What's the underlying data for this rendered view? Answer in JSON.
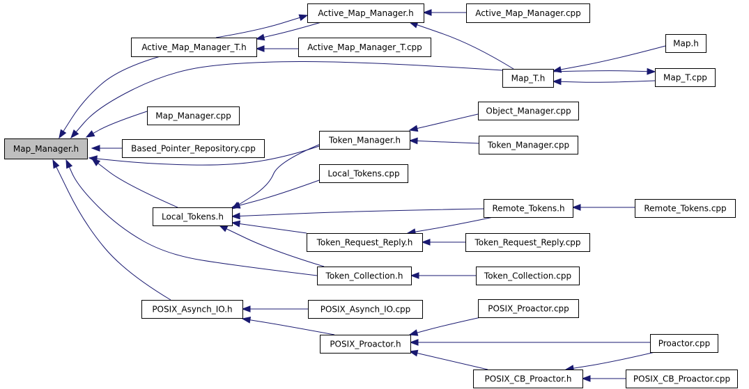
{
  "diagram": {
    "colors": {
      "edge": "#191970",
      "root_fill": "#bfbfbf",
      "node_fill": "#ffffff",
      "node_border": "#000000"
    },
    "nodes": [
      {
        "id": "map_manager_h",
        "label": "Map_Manager.h",
        "root": true
      },
      {
        "id": "active_map_manager_t_h",
        "label": "Active_Map_Manager_T.h"
      },
      {
        "id": "active_map_manager_h",
        "label": "Active_Map_Manager.h"
      },
      {
        "id": "active_map_manager_cpp",
        "label": "Active_Map_Manager.cpp"
      },
      {
        "id": "active_map_manager_t_cpp",
        "label": "Active_Map_Manager_T.cpp"
      },
      {
        "id": "map_t_h",
        "label": "Map_T.h"
      },
      {
        "id": "map_h",
        "label": "Map.h"
      },
      {
        "id": "map_t_cpp",
        "label": "Map_T.cpp"
      },
      {
        "id": "map_manager_cpp",
        "label": "Map_Manager.cpp"
      },
      {
        "id": "based_pointer_repository_cpp",
        "label": "Based_Pointer_Repository.cpp"
      },
      {
        "id": "token_manager_h",
        "label": "Token_Manager.h"
      },
      {
        "id": "object_manager_cpp",
        "label": "Object_Manager.cpp"
      },
      {
        "id": "token_manager_cpp",
        "label": "Token_Manager.cpp"
      },
      {
        "id": "local_tokens_cpp",
        "label": "Local_Tokens.cpp"
      },
      {
        "id": "local_tokens_h",
        "label": "Local_Tokens.h"
      },
      {
        "id": "remote_tokens_h",
        "label": "Remote_Tokens.h"
      },
      {
        "id": "remote_tokens_cpp",
        "label": "Remote_Tokens.cpp"
      },
      {
        "id": "token_request_reply_h",
        "label": "Token_Request_Reply.h"
      },
      {
        "id": "token_request_reply_cpp",
        "label": "Token_Request_Reply.cpp"
      },
      {
        "id": "token_collection_h",
        "label": "Token_Collection.h"
      },
      {
        "id": "token_collection_cpp",
        "label": "Token_Collection.cpp"
      },
      {
        "id": "posix_asynch_io_h",
        "label": "POSIX_Asynch_IO.h"
      },
      {
        "id": "posix_asynch_io_cpp",
        "label": "POSIX_Asynch_IO.cpp"
      },
      {
        "id": "posix_proactor_cpp",
        "label": "POSIX_Proactor.cpp"
      },
      {
        "id": "posix_proactor_h",
        "label": "POSIX_Proactor.h"
      },
      {
        "id": "proactor_cpp",
        "label": "Proactor.cpp"
      },
      {
        "id": "posix_cb_proactor_h",
        "label": "POSIX_CB_Proactor.h"
      },
      {
        "id": "posix_cb_proactor_cpp",
        "label": "POSIX_CB_Proactor.cpp"
      }
    ],
    "edges": [
      {
        "from": "active_map_manager_t_h",
        "to": "map_manager_h"
      },
      {
        "from": "map_t_h",
        "to": "map_manager_h"
      },
      {
        "from": "map_manager_cpp",
        "to": "map_manager_h"
      },
      {
        "from": "based_pointer_repository_cpp",
        "to": "map_manager_h"
      },
      {
        "from": "token_manager_h",
        "to": "map_manager_h"
      },
      {
        "from": "local_tokens_h",
        "to": "map_manager_h"
      },
      {
        "from": "token_collection_h",
        "to": "map_manager_h"
      },
      {
        "from": "posix_asynch_io_h",
        "to": "map_manager_h"
      },
      {
        "from": "active_map_manager_h",
        "to": "active_map_manager_t_h"
      },
      {
        "from": "active_map_manager_t_cpp",
        "to": "active_map_manager_t_h"
      },
      {
        "from": "active_map_manager_t_h",
        "to": "active_map_manager_h"
      },
      {
        "from": "active_map_manager_cpp",
        "to": "active_map_manager_h"
      },
      {
        "from": "map_t_h",
        "to": "active_map_manager_h"
      },
      {
        "from": "map_h",
        "to": "map_t_h"
      },
      {
        "from": "map_t_cpp",
        "to": "map_t_h"
      },
      {
        "from": "map_t_h",
        "to": "map_t_cpp"
      },
      {
        "from": "object_manager_cpp",
        "to": "token_manager_h"
      },
      {
        "from": "token_manager_cpp",
        "to": "token_manager_h"
      },
      {
        "from": "token_manager_h",
        "to": "local_tokens_h"
      },
      {
        "from": "local_tokens_cpp",
        "to": "local_tokens_h"
      },
      {
        "from": "remote_tokens_h",
        "to": "local_tokens_h"
      },
      {
        "from": "token_request_reply_h",
        "to": "local_tokens_h"
      },
      {
        "from": "token_collection_h",
        "to": "local_tokens_h"
      },
      {
        "from": "remote_tokens_cpp",
        "to": "remote_tokens_h"
      },
      {
        "from": "remote_tokens_h",
        "to": "token_request_reply_h"
      },
      {
        "from": "token_request_reply_cpp",
        "to": "token_request_reply_h"
      },
      {
        "from": "token_collection_cpp",
        "to": "token_collection_h"
      },
      {
        "from": "posix_asynch_io_cpp",
        "to": "posix_asynch_io_h"
      },
      {
        "from": "posix_proactor_h",
        "to": "posix_asynch_io_h"
      },
      {
        "from": "posix_proactor_cpp",
        "to": "posix_proactor_h"
      },
      {
        "from": "proactor_cpp",
        "to": "posix_proactor_h"
      },
      {
        "from": "posix_cb_proactor_h",
        "to": "posix_proactor_h"
      },
      {
        "from": "proactor_cpp",
        "to": "posix_cb_proactor_h"
      },
      {
        "from": "posix_cb_proactor_cpp",
        "to": "posix_cb_proactor_h"
      }
    ]
  }
}
